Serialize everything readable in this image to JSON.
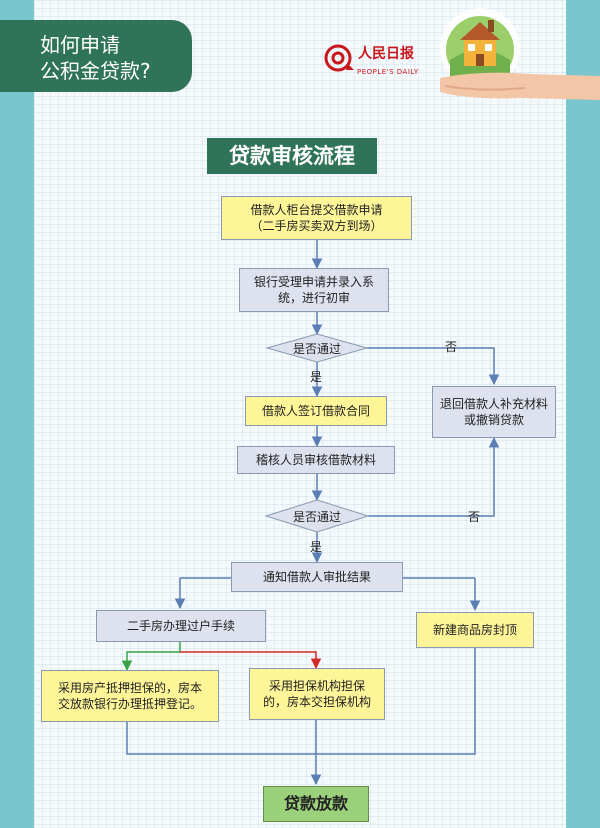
{
  "header": {
    "title": "如何申请\n公积金贷款?"
  },
  "logo": {
    "name_cn": "人民日报",
    "name_en": "PEOPLE'S DAILY"
  },
  "diagram": {
    "title": "贷款审核流程",
    "nodes": {
      "submit": "借款人柜台提交借款申请\n（二手房买卖双方到场）",
      "bank_review": "银行受理申请并录入系\n统，进行初审",
      "decision1": "是否通过",
      "sign_contract": "借款人签订借款合同",
      "return_materials": "退回借款人补充材料\n或撤销贷款",
      "audit": "稽核人员审核借款材料",
      "decision2": "是否通过",
      "notify": "通知借款人审批结果",
      "transfer": "二手房办理过户手续",
      "new_house": "新建商品房封顶",
      "mortgage": "采用房产抵押担保的，房本\n交放款银行办理抵押登记。",
      "guarantee": "采用担保机构担保\n的，房本交担保机构",
      "disburse": "贷款放款"
    },
    "edge_labels": {
      "yes1": "是",
      "no1": "否",
      "yes2": "是",
      "no2": "否"
    }
  },
  "colors": {
    "page_bg": "#79c6cf",
    "panel_bg": "#f4f9fb",
    "header_green": "#2f7358",
    "yellow_box": "#fdf598",
    "blue_box": "#dde2ee",
    "green_box": "#9bd17a",
    "arrow_blue": "#5b7fb5",
    "branch_green": "#3aa34a",
    "branch_red": "#d22a2a",
    "logo_red": "#c8161d"
  },
  "icons": {
    "logo": "people-daily-logo",
    "illustration": "hand-holding-house"
  }
}
